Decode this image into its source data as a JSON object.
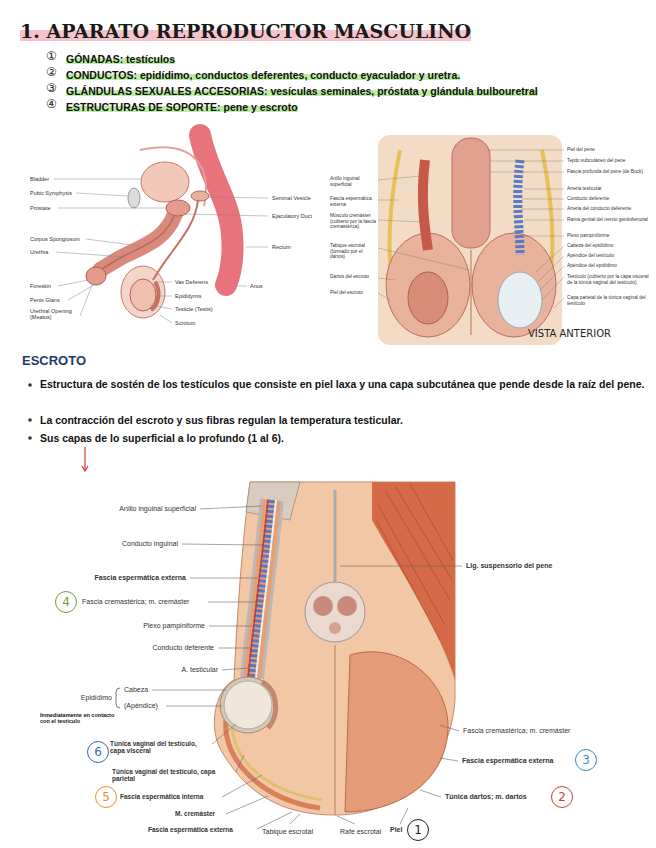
{
  "diagram": {
    "title": "1. APARATO REPRODUCTOR MASCULINO",
    "nodes": [
      {
        "text": [
          "4"
        ]
      },
      {
        "text": [
          "6"
        ]
      },
      {
        "text": [
          "3"
        ]
      },
      {
        "text": [
          "5"
        ]
      },
      {
        "text": [
          "2"
        ]
      },
      {
        "text": [
          "1"
        ]
      }
    ],
    "labels": [
      "①",
      "GÓNADAS: testículos",
      "②",
      "CONDUCTOS: epidídimo, conductos deferentes, conducto eyaculador y uretra.",
      "③",
      "GLÁNDULAS SEXUALES ACCESORIAS: vesículas seminales, próstata y glándula bulbouretral",
      "④",
      "ESTRUCTURAS DE SOPORTE: pene y escroto",
      "Bladder",
      "Pubic Symphysis",
      "Prostate",
      "Corpus Spongiosum",
      "Urethra",
      "Foreskin",
      "Penis Glans",
      "Urethral Opening (Meatus)",
      "Seminal Vesicle",
      "Ejaculatory Duct",
      "Rectum",
      "Anus",
      "Vas Deferens",
      "Epididymis",
      "Testicle (Testis)",
      "Scrotum",
      "Anillo inguinal superficial",
      "Fascia espermática externa",
      "Músculo cremáster (cubierto por la fascia cremastérica)",
      "Tabique escrotal (formado por el dartos)",
      "Dartos del escroto",
      "Piel del escroto",
      "Piel del pene",
      "Tejido subcutáneo del pene",
      "Fascia profunda del pene (de Buck)",
      "Arteria testicular",
      "Conducto deferente",
      "Arteria del conducto deferente",
      "Rama genital del nervio genitofemoral",
      "Plexo pampiniforme",
      "Cabeza del epidídimo",
      "Apéndice del testículo",
      "Apéndice del epidídimo",
      "Testículo (cubierto por la capa visceral de la túnica vaginal del testículo)",
      "Capa parietal de la túnica vaginal del testículo",
      "VISTA ANTERIOR",
      "ESCROTO",
      "Estructura de sostén de los testículos que consiste en piel laxa y una capa subcutánea que pende desde la raíz del pene.",
      "La contracción del escroto y sus fibras regulan la temperatura testicular.",
      "Sus capas de lo superficial a lo profundo (1 al 6).",
      "Anillo inguinal superficial",
      "Conducto inguinal",
      "Fascia espermática externa",
      "Fascia cremastérica; m. cremáster",
      "Plexo pampiniforme",
      "Conducto deferente",
      "A. testicular",
      "Epidídimo",
      "Cabeza",
      "(Apéndice)",
      "Inmediatamente en contacto con el testículo",
      "Túnica vaginal del testículo, capa visceral",
      "Túnica vaginal del testículo, capa parietal",
      "Fascia espermática interna",
      "M. cremáster",
      "Fascia espermática externa",
      "Tabique escrotal",
      "Rafe escrotal",
      "Piel",
      "Lig. suspensorio del pene",
      "Fascia cremastérica; m. cremáster",
      "Fascia espermática externa",
      "Túnica dartos; m. dartos"
    ]
  }
}
